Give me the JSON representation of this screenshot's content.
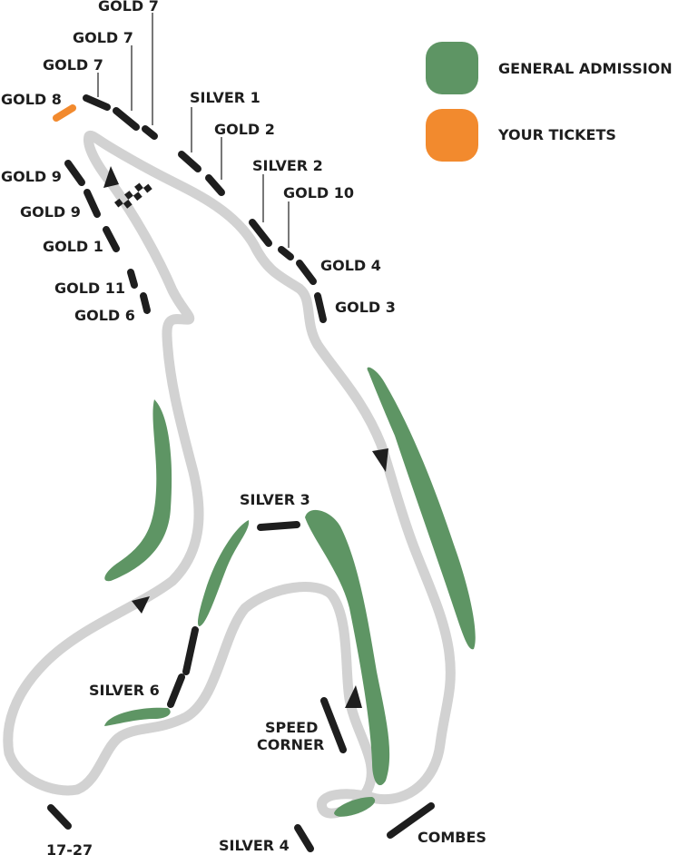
{
  "legend": {
    "general_admission": {
      "label": "GENERAL ADMISSION",
      "color": "#5e9564"
    },
    "your_tickets": {
      "label": "YOUR TICKETS",
      "color": "#f28a2e"
    }
  },
  "track_color": "#d2d2d2",
  "stand_color": "#1e1e1e",
  "labels": {
    "gold7_top": "GOLD 7",
    "gold7_mid": "GOLD 7",
    "gold7_low": "GOLD 7",
    "gold8": "GOLD 8",
    "silver1": "SILVER 1",
    "gold2": "GOLD 2",
    "silver2": "SILVER 2",
    "gold10": "GOLD 10",
    "gold4": "GOLD 4",
    "gold3": "GOLD 3",
    "gold9_a": "GOLD 9",
    "gold9_b": "GOLD 9",
    "gold1": "GOLD 1",
    "gold11": "GOLD 11",
    "gold6": "GOLD 6",
    "silver3": "SILVER 3",
    "silver6": "SILVER 6",
    "speed_corner_1": "SPEED",
    "speed_corner_2": "CORNER",
    "silver4": "SILVER 4",
    "combes": "COMBES",
    "gate": "17-27"
  }
}
